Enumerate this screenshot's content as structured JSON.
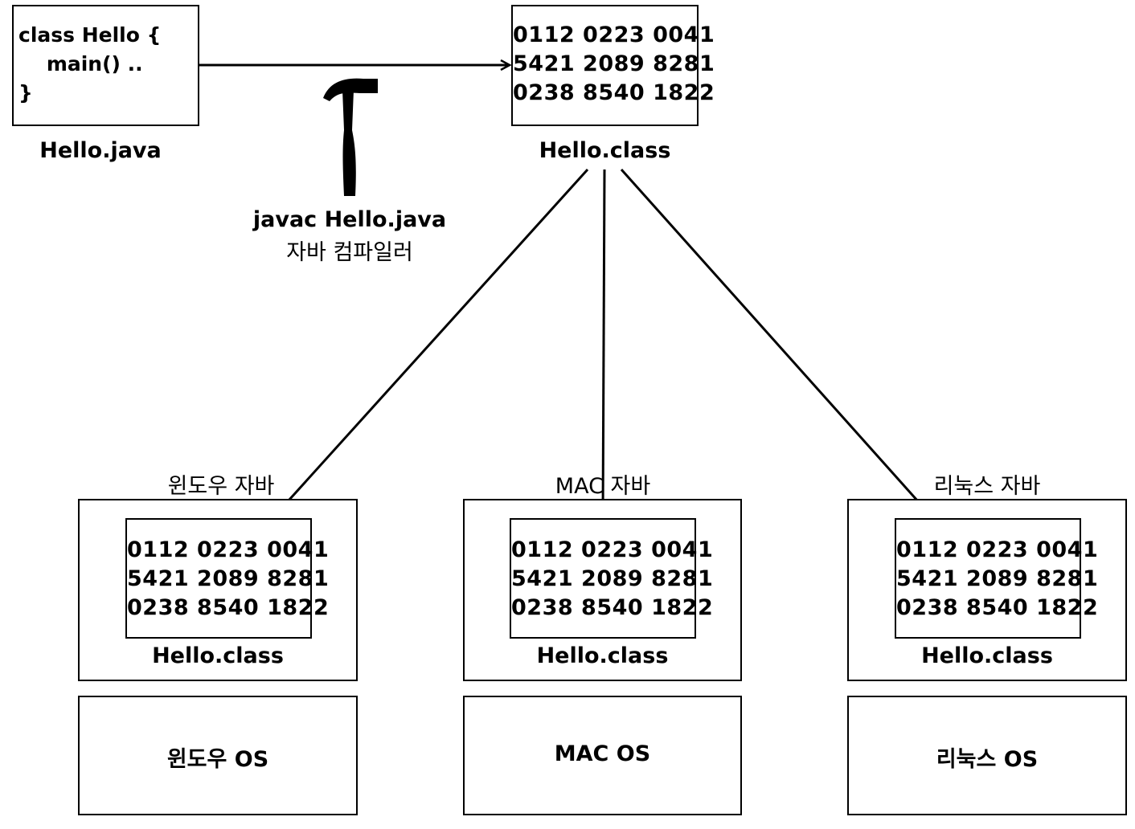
{
  "source": {
    "code_lines": [
      "class Hello {",
      "    main() ..",
      "}"
    ],
    "filename": "Hello.java"
  },
  "compiler": {
    "command": "javac Hello.java",
    "name": "자바 컴파일러",
    "icon": "hammer-icon"
  },
  "bytecode": {
    "lines": [
      "0112 0223 0041",
      "5421 2089 8281",
      "0238 8540 1822"
    ],
    "filename": "Hello.class"
  },
  "platforms": [
    {
      "jvm_label": "윈도우 자바",
      "bytecode_lines": [
        "0112 0223 0041",
        "5421 2089 8281",
        "0238 8540 1822"
      ],
      "filename": "Hello.class",
      "os_label": "윈도우 OS"
    },
    {
      "jvm_label": "MAC 자바",
      "bytecode_lines": [
        "0112 0223 0041",
        "5421 2089 8281",
        "0238 8540 1822"
      ],
      "filename": "Hello.class",
      "os_label": "MAC OS"
    },
    {
      "jvm_label": "리눅스 자바",
      "bytecode_lines": [
        "0112 0223 0041",
        "5421 2089 8281",
        "0238 8540 1822"
      ],
      "filename": "Hello.class",
      "os_label": "리눅스 OS"
    }
  ]
}
